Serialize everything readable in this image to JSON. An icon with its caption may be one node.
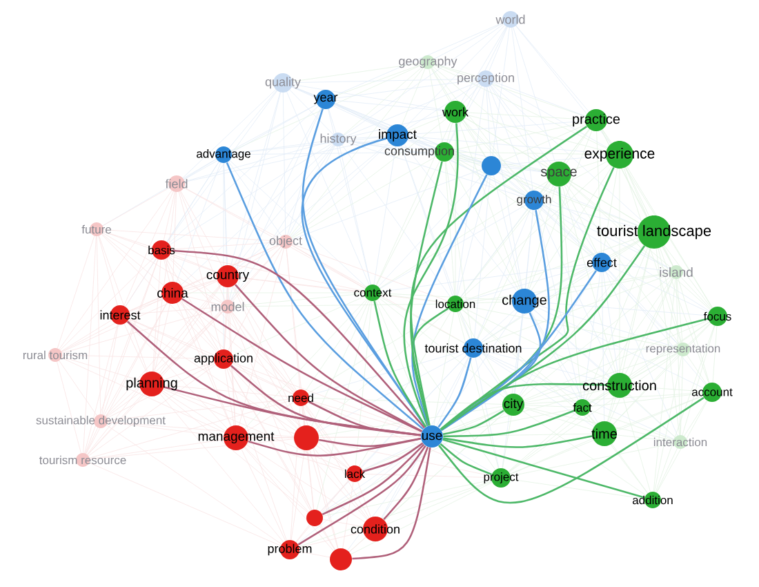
{
  "diagram": {
    "nodes": [
      {
        "text": [
          "world"
        ]
      },
      {
        "text": [
          "geography"
        ]
      },
      {
        "text": [
          "perception"
        ]
      },
      {
        "text": [
          "quality"
        ]
      },
      {
        "text": [
          "year"
        ]
      },
      {
        "text": [
          "history"
        ]
      },
      {
        "text": [
          "work"
        ]
      },
      {
        "text": [
          "impact"
        ]
      },
      {
        "text": [
          "practice"
        ]
      },
      {
        "text": [
          "advantage"
        ]
      },
      {
        "text": [
          "consumption"
        ]
      },
      {
        "text": [],
        "shape": "circle"
      },
      {
        "text": [
          "experience"
        ]
      },
      {
        "text": [
          "space"
        ]
      },
      {
        "text": [
          "growth"
        ]
      },
      {
        "text": [
          "tourist landscape"
        ]
      },
      {
        "text": [
          "field"
        ]
      },
      {
        "text": [
          "future"
        ]
      },
      {
        "text": [
          "object"
        ]
      },
      {
        "text": [
          "effect"
        ]
      },
      {
        "text": [
          "island"
        ]
      },
      {
        "text": [
          "basis"
        ]
      },
      {
        "text": [
          "country"
        ]
      },
      {
        "text": [
          "context"
        ]
      },
      {
        "text": [
          "location"
        ]
      },
      {
        "text": [
          "change"
        ]
      },
      {
        "text": [
          "china"
        ]
      },
      {
        "text": [
          "model"
        ]
      },
      {
        "text": [
          "interest"
        ]
      },
      {
        "text": [
          "focus"
        ]
      },
      {
        "text": [
          "tourist destination"
        ]
      },
      {
        "text": [
          "representation"
        ]
      },
      {
        "text": [
          "rural tourism"
        ]
      },
      {
        "text": [
          "application"
        ]
      },
      {
        "text": [
          "planning"
        ]
      },
      {
        "text": [
          "construction"
        ]
      },
      {
        "text": [
          "city"
        ]
      },
      {
        "text": [
          "fact"
        ]
      },
      {
        "text": [
          "account"
        ]
      },
      {
        "text": [
          "need"
        ]
      },
      {
        "text": [
          "sustainable development"
        ]
      },
      {
        "text": [
          "time"
        ]
      },
      {
        "text": [
          "interaction"
        ]
      },
      {
        "text": [
          "management"
        ]
      },
      {
        "text": [],
        "shape": "circle"
      },
      {
        "text": [
          "use"
        ]
      },
      {
        "text": [
          "tourism resource"
        ]
      },
      {
        "text": [
          "lack"
        ]
      },
      {
        "text": [
          "project"
        ]
      },
      {
        "text": [],
        "shape": "circle"
      },
      {
        "text": [
          "condition"
        ]
      },
      {
        "text": [
          "addition"
        ]
      },
      {
        "text": [
          "problem"
        ]
      },
      {
        "text": [],
        "shape": "circle"
      }
    ],
    "edges": [
      {
        "from": 45,
        "to": 4,
        "arrow": "none",
        "color": "#5a9ee0"
      },
      {
        "from": 45,
        "to": 6,
        "arrow": "none"
      },
      {
        "from": 45,
        "to": 7,
        "arrow": "none",
        "color": "#5a9ee0"
      },
      {
        "from": 45,
        "to": 8,
        "arrow": "none"
      },
      {
        "from": 45,
        "to": 9,
        "arrow": "none",
        "color": "#5a9ee0"
      },
      {
        "from": 45,
        "to": 10,
        "arrow": "none"
      },
      {
        "from": 45,
        "to": 11,
        "arrow": "none",
        "color": "#5a9ee0"
      },
      {
        "from": 45,
        "to": 12,
        "arrow": "none"
      },
      {
        "from": 45,
        "to": 13,
        "arrow": "none"
      },
      {
        "from": 45,
        "to": 14,
        "arrow": "none",
        "color": "#5a9ee0"
      },
      {
        "from": 45,
        "to": 15,
        "arrow": "none"
      },
      {
        "from": 45,
        "to": 19,
        "arrow": "none",
        "color": "#5a9ee0"
      },
      {
        "from": 45,
        "to": 21,
        "arrow": "none",
        "color": "#b0607a"
      },
      {
        "from": 45,
        "to": 22,
        "arrow": "none",
        "color": "#b0607a"
      },
      {
        "from": 45,
        "to": 23,
        "arrow": "none"
      },
      {
        "from": 45,
        "to": 24,
        "arrow": "none"
      },
      {
        "from": 45,
        "to": 25,
        "arrow": "none",
        "color": "#5a9ee0"
      },
      {
        "from": 45,
        "to": 26,
        "arrow": "none",
        "color": "#b0607a"
      },
      {
        "from": 45,
        "to": 28,
        "arrow": "none",
        "color": "#b0607a"
      },
      {
        "from": 45,
        "to": 29,
        "arrow": "none"
      },
      {
        "from": 45,
        "to": 30,
        "arrow": "none",
        "color": "#5a9ee0"
      },
      {
        "from": 45,
        "to": 33,
        "arrow": "none",
        "color": "#b0607a"
      },
      {
        "from": 45,
        "to": 34,
        "arrow": "none",
        "color": "#b0607a"
      },
      {
        "from": 45,
        "to": 35,
        "arrow": "none"
      },
      {
        "from": 45,
        "to": 36,
        "arrow": "none"
      },
      {
        "from": 45,
        "to": 37,
        "arrow": "none"
      },
      {
        "from": 45,
        "to": 38,
        "arrow": "none"
      },
      {
        "from": 45,
        "to": 39,
        "arrow": "none",
        "color": "#b0607a"
      },
      {
        "from": 45,
        "to": 41,
        "arrow": "none"
      },
      {
        "from": 45,
        "to": 43,
        "arrow": "none",
        "color": "#b0607a"
      },
      {
        "from": 45,
        "to": 44,
        "arrow": "none",
        "color": "#b0607a"
      },
      {
        "from": 45,
        "to": 47,
        "arrow": "none",
        "color": "#b0607a"
      },
      {
        "from": 45,
        "to": 48,
        "arrow": "none"
      },
      {
        "from": 45,
        "to": 49,
        "arrow": "none",
        "color": "#b0607a"
      },
      {
        "from": 45,
        "to": 50,
        "arrow": "none",
        "color": "#b0607a"
      },
      {
        "from": 45,
        "to": 51,
        "arrow": "none"
      },
      {
        "from": 45,
        "to": 52,
        "arrow": "none",
        "color": "#b0607a"
      },
      {
        "from": 45,
        "to": 53,
        "arrow": "none",
        "color": "#b0607a"
      }
    ]
  }
}
